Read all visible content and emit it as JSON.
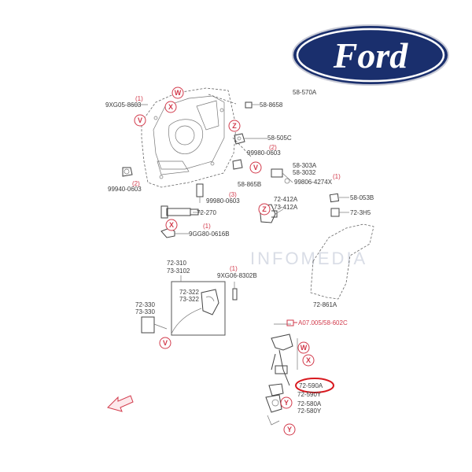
{
  "logo": {
    "text": "Ford",
    "color_outer": "#1a2f6d",
    "color_inner": "#ffffff"
  },
  "watermark": "INFOMEDIA",
  "labels": {
    "l1": "58-570A",
    "l2": "9XG05-8603",
    "l2n": "(1)",
    "l3": "58-8658",
    "l4": "58-505C",
    "l5": "99980-0603",
    "l5n": "(2)",
    "l6": "99940-0603",
    "l6n": "(2)",
    "l7": "58-303A",
    "l8": "58-3032",
    "l9": "99806-4274X",
    "l9n": "(1)",
    "l10": "58-865B",
    "l11": "99980-0603",
    "l11n": "(3)",
    "l12": "72-412A",
    "l13": "73-412A",
    "l14": "58-053B",
    "l15": "72-3H5",
    "l16": "72-270",
    "l17": "9GG80-0616B",
    "l17n": "(1)",
    "l18": "72-310",
    "l19": "73-3102",
    "l20": "9XG06-8302B",
    "l20n": "(1)",
    "l21": "72-322",
    "l22": "73-322",
    "l23": "72-330",
    "l24": "73-330",
    "l25": "72-861A",
    "l26": "A07.005/58-602C",
    "l27": "72-590A",
    "l28": "72-590Y",
    "l29": "72-580A",
    "l30": "72-580Y"
  },
  "callouts": [
    "W",
    "X",
    "V",
    "Z",
    "V",
    "Z",
    "X",
    "V",
    "W",
    "X",
    "Y",
    "Y"
  ]
}
